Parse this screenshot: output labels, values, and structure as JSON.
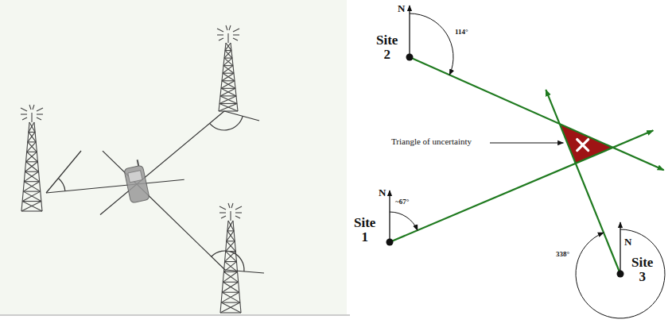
{
  "diagram": {
    "labels": [
      "N",
      "Site 2",
      "114°",
      "Triangle of uncertainty",
      "N",
      "Site 1",
      "~67°",
      "N",
      "338°",
      "Site 3"
    ]
  }
}
